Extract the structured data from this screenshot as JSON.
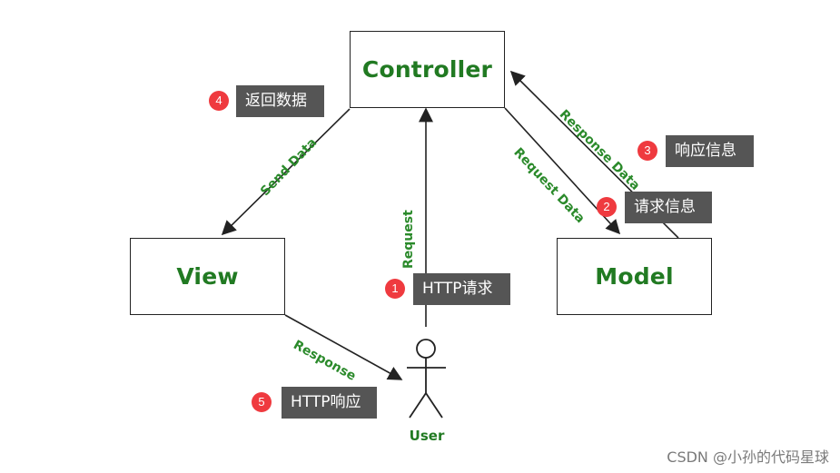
{
  "nodes": {
    "controller": "Controller",
    "view": "View",
    "model": "Model",
    "user": "User"
  },
  "edges": {
    "send_data": "Send Data",
    "request": "Request",
    "request_data": "Request Data",
    "response_data": "Response Data",
    "response": "Response"
  },
  "steps": [
    {
      "number": "1",
      "label": "HTTP请求"
    },
    {
      "number": "2",
      "label": "请求信息"
    },
    {
      "number": "3",
      "label": "响应信息"
    },
    {
      "number": "4",
      "label": "返回数据"
    },
    {
      "number": "5",
      "label": "HTTP响应"
    }
  ],
  "watermark": "CSDN @小孙的代码星球",
  "colors": {
    "node_text": "#217a22",
    "edge_text": "#2b8a2b",
    "badge": "#ef3a3f",
    "tag_background": "#555555",
    "line": "#222222"
  }
}
